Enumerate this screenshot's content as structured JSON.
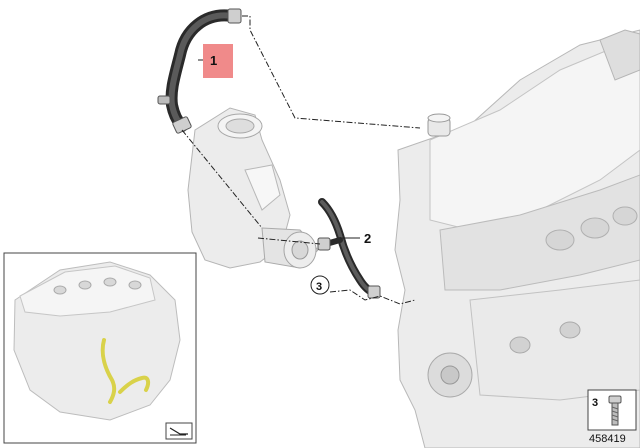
{
  "diagram": {
    "parts": [
      {
        "number": "1",
        "highlighted": true
      },
      {
        "number": "2",
        "highlighted": false
      },
      {
        "number": "3",
        "highlighted": false
      }
    ],
    "legend_part_number": "3",
    "reference_number": "458419",
    "colors": {
      "highlight_box": "#f08a8a",
      "highlight_part": "#d9d24a",
      "engine_gray": "#e6e6e6",
      "line": "#222222"
    },
    "icons": {
      "inset_corner": "view-direction-icon",
      "legend": "bolt-icon"
    }
  }
}
